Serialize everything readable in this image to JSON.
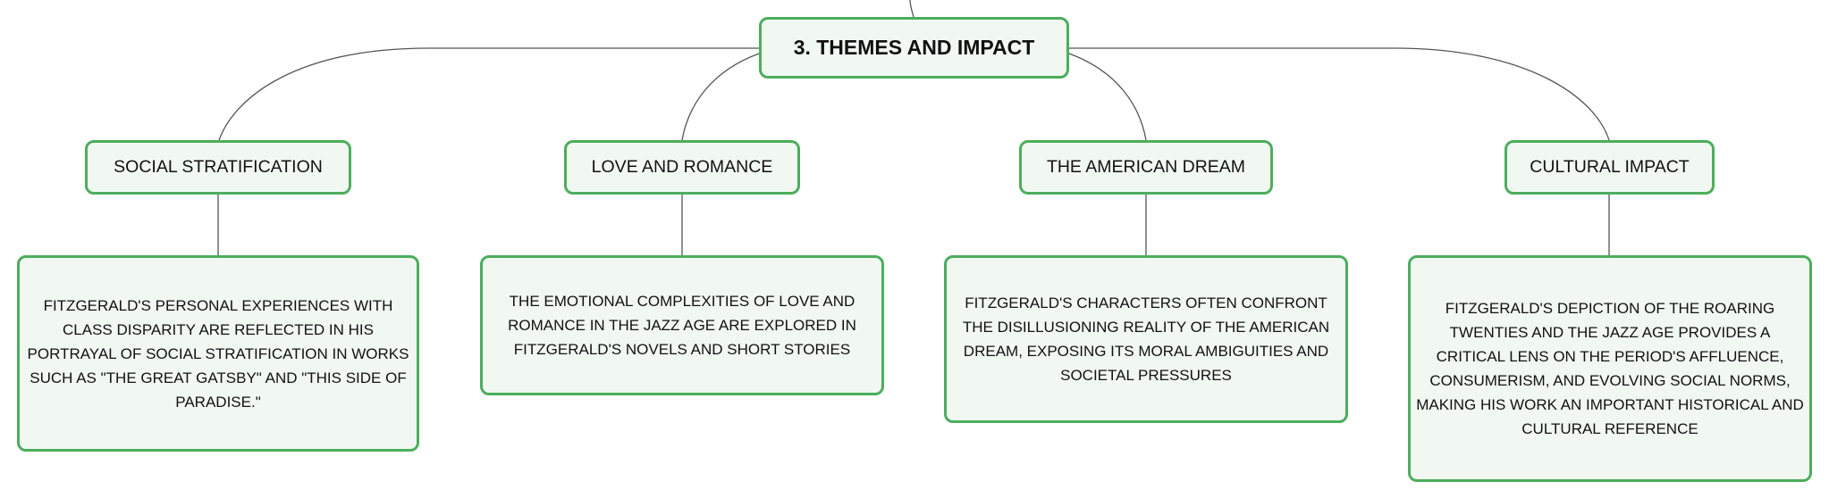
{
  "root": {
    "label": "3. THEMES AND IMPACT"
  },
  "branches": [
    {
      "title": "SOCIAL STRATIFICATION",
      "detail": "FITZGERALD'S PERSONAL EXPERIENCES WITH CLASS DISPARITY ARE REFLECTED IN HIS PORTRAYAL OF SOCIAL STRATIFICATION IN WORKS SUCH AS \"THE GREAT GATSBY\" AND \"THIS SIDE OF PARADISE.\""
    },
    {
      "title": "LOVE AND ROMANCE",
      "detail": "THE EMOTIONAL COMPLEXITIES OF LOVE AND ROMANCE IN THE JAZZ AGE ARE EXPLORED IN FITZGERALD'S NOVELS AND SHORT STORIES"
    },
    {
      "title": "THE AMERICAN DREAM",
      "detail": "FITZGERALD'S CHARACTERS OFTEN CONFRONT THE DISILLUSIONING REALITY OF THE AMERICAN DREAM, EXPOSING ITS MORAL AMBIGUITIES AND SOCIETAL PRESSURES"
    },
    {
      "title": "CULTURAL IMPACT",
      "detail": "FITZGERALD'S DEPICTION OF THE ROARING TWENTIES AND THE JAZZ AGE PROVIDES A CRITICAL LENS ON THE PERIOD'S AFFLUENCE, CONSUMERISM, AND EVOLVING SOCIAL NORMS, MAKING HIS WORK AN IMPORTANT HISTORICAL AND CULTURAL REFERENCE"
    }
  ],
  "colors": {
    "node_border": "#4cae5c",
    "node_fill": "#f1f8f2",
    "connector": "#555555"
  }
}
